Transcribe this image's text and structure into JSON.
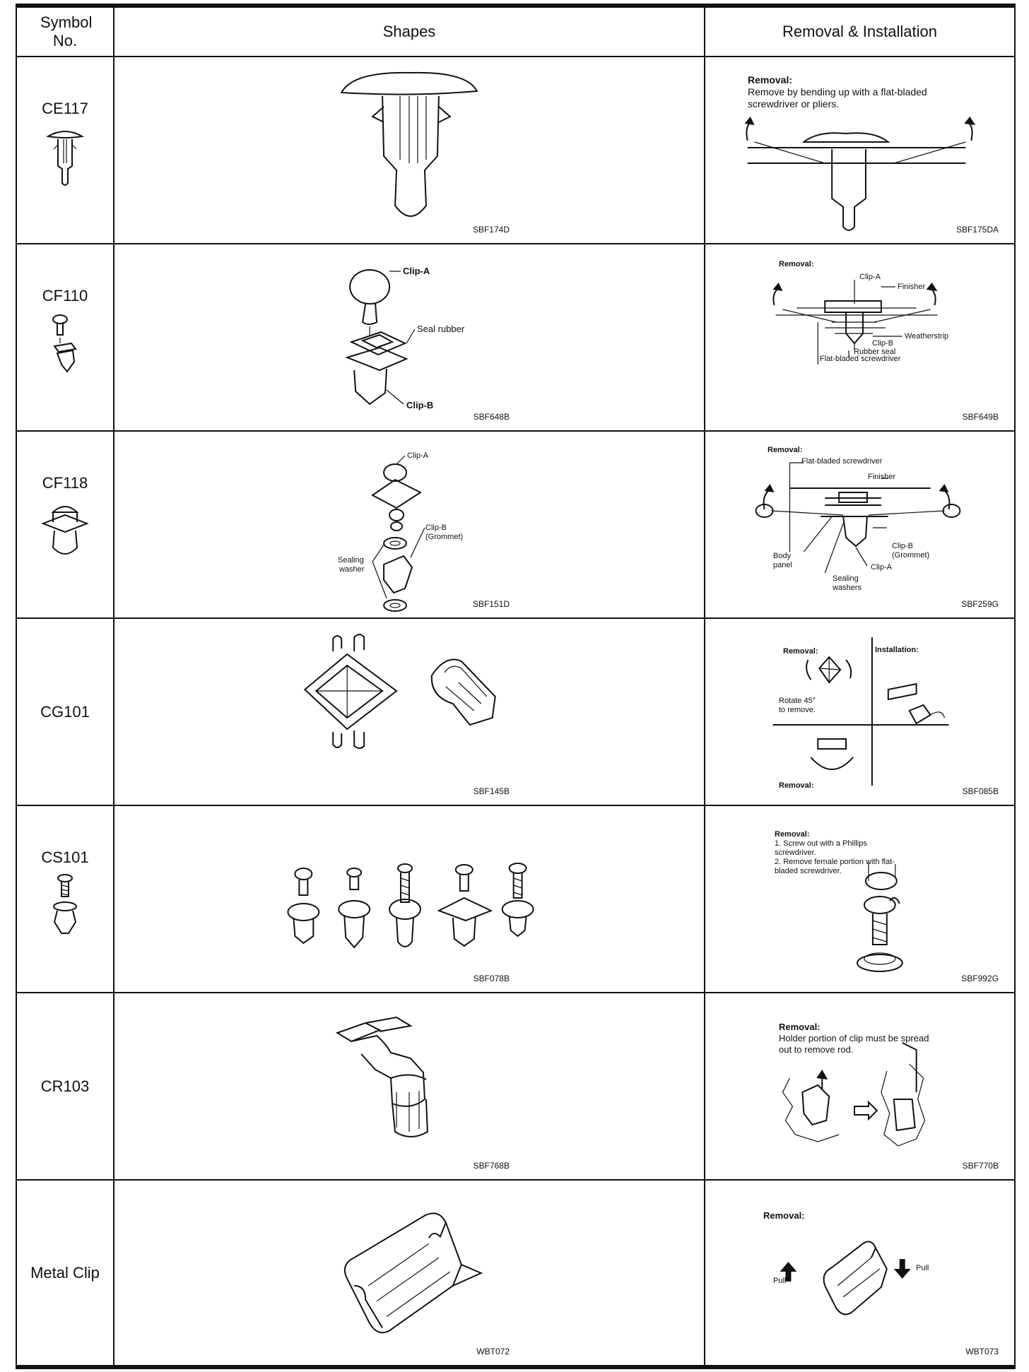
{
  "header": {
    "symbol_no": "Symbol No.",
    "shapes": "Shapes",
    "removal_installation": "Removal & Installation"
  },
  "rows": [
    {
      "symbol": "CE117",
      "shape_ref": "SBF174D",
      "removal_ref": "SBF175DA",
      "removal_title": "Removal:",
      "removal_text": "Remove by bending up with a flat-bladed screwdriver or pliers."
    },
    {
      "symbol": "CF110",
      "shape_ref": "SBF648B",
      "removal_ref": "SBF649B",
      "shape_labels": {
        "clip_a": "Clip-A",
        "seal_rubber": "Seal rubber",
        "clip_b": "Clip-B"
      },
      "removal_title": "Removal:",
      "removal_labels": {
        "clip_a": "Clip-A",
        "finisher": "Finisher",
        "weatherstrip": "Weatherstrip",
        "clip_b": "Clip-B",
        "rubber_seal": "Rubber seal",
        "screwdriver": "Flat-bladed screwdriver"
      }
    },
    {
      "symbol": "CF118",
      "shape_ref": "SBF151D",
      "removal_ref": "SBF259G",
      "shape_labels": {
        "clip_a": "Clip-A",
        "clip_b": "Clip-B",
        "grommet": "(Grommet)",
        "sealing": "Sealing",
        "washer": "washer"
      },
      "removal_title": "Removal:",
      "removal_labels": {
        "screwdriver": "Flat-bladed screwdriver",
        "finisher": "Finisher",
        "body": "Body",
        "panel": "panel",
        "clip_b": "Clip-B",
        "grommet": "(Grommet)",
        "clip_a": "Clip-A",
        "sealing": "Sealing",
        "washers": "washers"
      }
    },
    {
      "symbol": "CG101",
      "shape_ref": "SBF145B",
      "removal_ref": "SBF085B",
      "removal_title": "Removal:",
      "installation_title": "Installation:",
      "rotate_line1": "Rotate 45°",
      "rotate_line2": "to remove.",
      "removal_title_2": "Removal:"
    },
    {
      "symbol": "CS101",
      "shape_ref": "SBF078B",
      "removal_ref": "SBF992G",
      "removal_title": "Removal:",
      "step1": "1.  Screw out with a Phillips screwdriver.",
      "step2": "2.  Remove female portion with flat-bladed screwdriver."
    },
    {
      "symbol": "CR103",
      "shape_ref": "SBF768B",
      "removal_ref": "SBF770B",
      "removal_title": "Removal:",
      "removal_text": "Holder portion of clip must be spread out to remove rod."
    },
    {
      "symbol": "Metal Clip",
      "shape_ref": "WBT072",
      "removal_ref": "WBT073",
      "removal_title": "Removal:",
      "pull_left": "Pull",
      "pull_right": "Pull"
    }
  ]
}
